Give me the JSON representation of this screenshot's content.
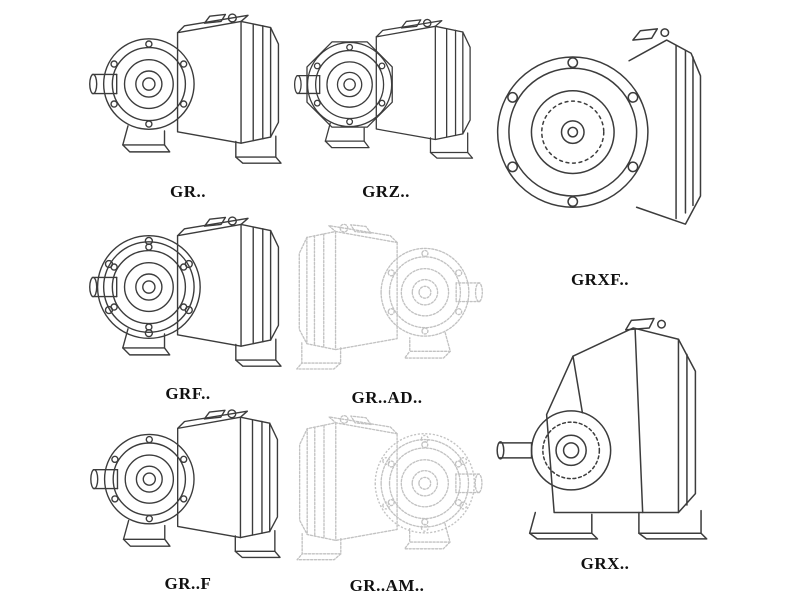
{
  "page": {
    "background": "#ffffff",
    "line_color": "#3c3c3c",
    "faded_line_color": "#c2c2c2",
    "label_color": "#111111"
  },
  "figures": [
    {
      "label": "GR.."
    },
    {
      "label": "GRZ.."
    },
    {
      "label": "GRXF.."
    },
    {
      "label": "GRF.."
    },
    {
      "label": "GR..AD.."
    },
    {
      "label": "GRX.."
    },
    {
      "label": "GR..F"
    },
    {
      "label": "GR..AM.."
    }
  ]
}
